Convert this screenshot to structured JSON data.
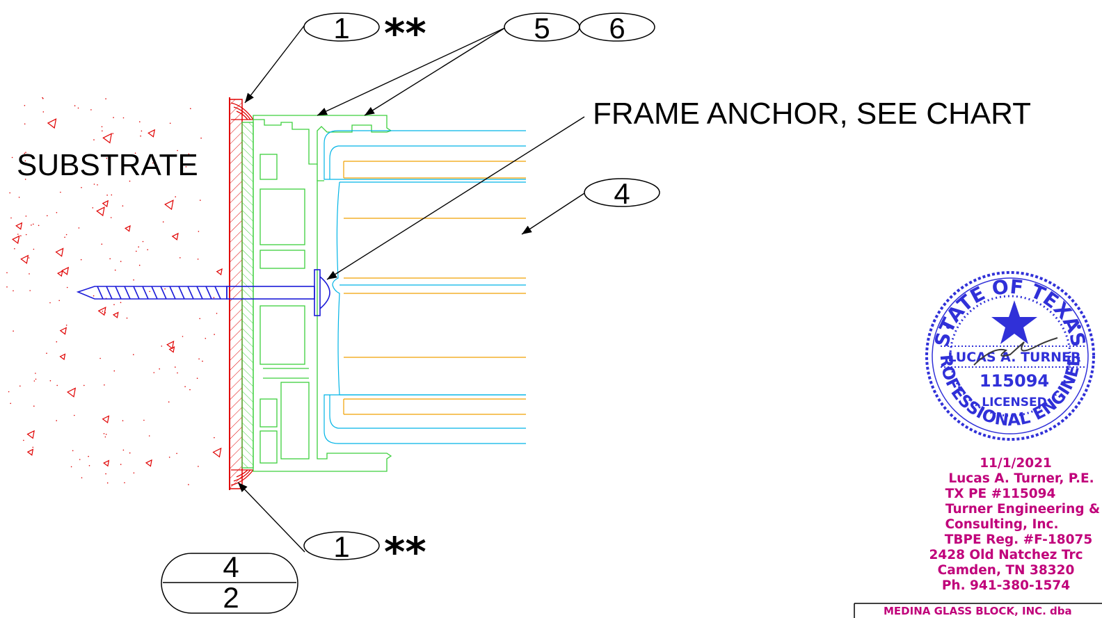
{
  "labels": {
    "substrate": "SUBSTRATE",
    "frame_anchor": "FRAME ANCHOR, SEE CHART"
  },
  "callouts": {
    "sealant_top": "1",
    "sealant_top_mark": "**",
    "item_5": "5",
    "item_6": "6",
    "item_4": "4",
    "sealant_bottom": "1",
    "sealant_bottom_mark": "**"
  },
  "detail_tag": {
    "detail_number": "4",
    "sheet_number": "2"
  },
  "seal": {
    "state": "STATE OF TEXAS",
    "name": "LUCAS A. TURNER",
    "license_number": "115094",
    "status": "LICENSED",
    "title": "PROFESSIONAL ENGINEER"
  },
  "signature_block": {
    "date": "11/1/2021",
    "engineer": "Lucas A. Turner, P.E.",
    "license": "TX PE #115094",
    "firm_line1": "Turner Engineering &",
    "firm_line2": "Consulting, Inc.",
    "registration": "TBPE Reg. #F-18075",
    "address": "2428 Old Natchez Trc",
    "city": "Camden, TN 38320",
    "phone": "Ph. 941-380-1574"
  },
  "title_block": {
    "company": "MEDINA GLASS BLOCK, INC. dba"
  },
  "colors": {
    "substrate": "#e00000",
    "frame": "#3ccf3c",
    "glass_outline": "#00b4e6",
    "glass_face": "#f0a000",
    "anchor": "#1a1ad8",
    "leader": "#000000",
    "signature": "#c0007a",
    "seal": "#3030d8"
  }
}
